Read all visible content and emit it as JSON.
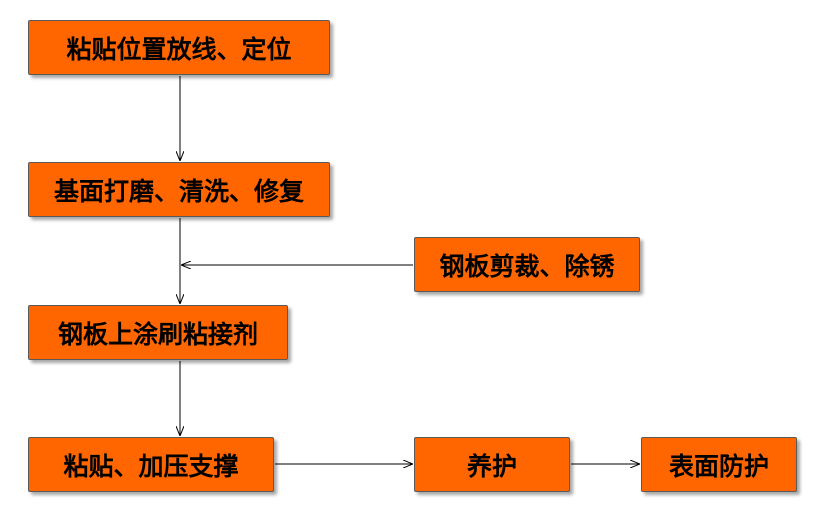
{
  "diagram": {
    "nodes": [
      {
        "id": "n1",
        "label": "粘贴位置放线、定位"
      },
      {
        "id": "n2",
        "label": "基面打磨、清洗、修复"
      },
      {
        "id": "n3",
        "label": "钢板剪裁、除锈"
      },
      {
        "id": "n4",
        "label": "钢板上涂刷粘接剂"
      },
      {
        "id": "n5",
        "label": "粘贴、加压支撑"
      },
      {
        "id": "n6",
        "label": "养护"
      },
      {
        "id": "n7",
        "label": "表面防护"
      }
    ],
    "edges": [
      {
        "from": "n1",
        "to": "n2"
      },
      {
        "from": "n2",
        "to": "n4"
      },
      {
        "from": "n3",
        "to": "n2-n4-connector"
      },
      {
        "from": "n4",
        "to": "n5"
      },
      {
        "from": "n5",
        "to": "n6"
      },
      {
        "from": "n6",
        "to": "n7"
      }
    ],
    "colors": {
      "node_fill": "#ff6600",
      "node_border": "#5a5a5a",
      "arrow": "#000000",
      "background": "#ffffff"
    }
  }
}
